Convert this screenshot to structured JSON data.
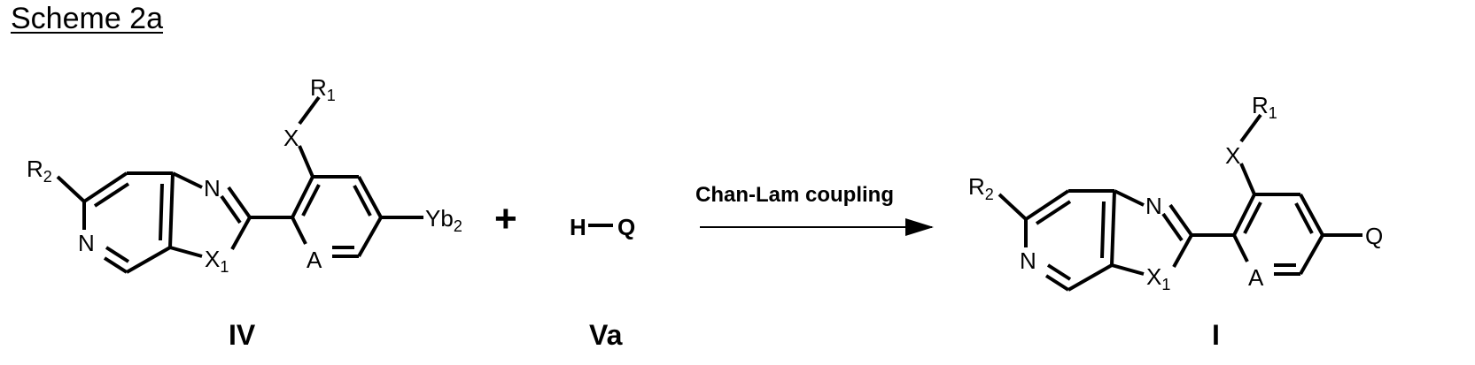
{
  "title": "Scheme 2a",
  "reactant_iv": {
    "label": "IV",
    "r2": "R",
    "r2_sub": "2",
    "n_ring": "N",
    "n_imid": "N",
    "x1": "X",
    "x1_sub": "1",
    "x": "X",
    "r1": "R",
    "r1_sub": "1",
    "a": "A",
    "yb": "Yb",
    "yb_sub": "2"
  },
  "plus": "+",
  "reactant_va": {
    "label": "Va",
    "h": "H",
    "q": "Q"
  },
  "arrow": {
    "condition": "Chan-Lam coupling"
  },
  "product_i": {
    "label": "I",
    "r2": "R",
    "r2_sub": "2",
    "n_ring": "N",
    "n_imid": "N",
    "x1": "X",
    "x1_sub": "1",
    "x": "X",
    "r1": "R",
    "r1_sub": "1",
    "a": "A",
    "q": "Q"
  }
}
